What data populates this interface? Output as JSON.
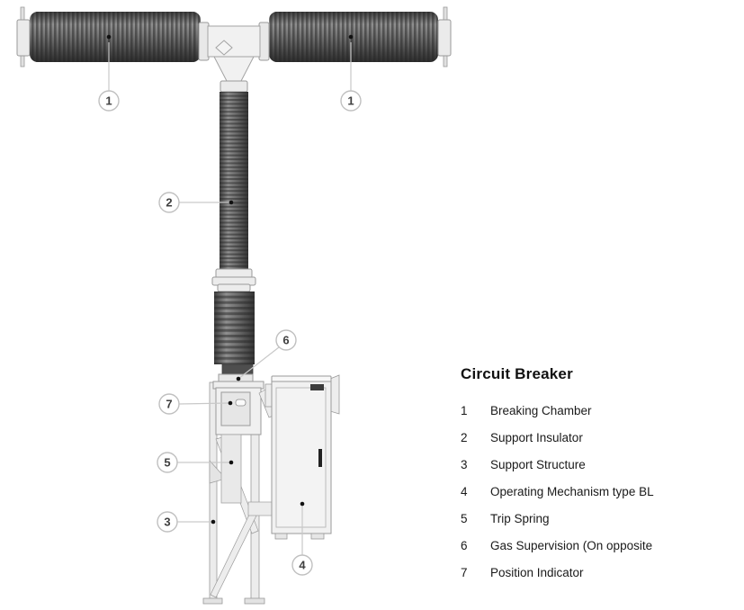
{
  "legend": {
    "title": "Circuit Breaker",
    "items": [
      {
        "num": "1",
        "label": "Breaking Chamber"
      },
      {
        "num": "2",
        "label": "Support Insulator"
      },
      {
        "num": "3",
        "label": "Support Structure"
      },
      {
        "num": "4",
        "label": "Operating Mechanism type BL"
      },
      {
        "num": "5",
        "label": "Trip Spring"
      },
      {
        "num": "6",
        "label": "Gas Supervision (On opposite"
      },
      {
        "num": "7",
        "label": "Position Indicator"
      }
    ]
  },
  "diagram": {
    "callouts": {
      "breaking_chamber_left": "1",
      "breaking_chamber_right": "1",
      "support_insulator": "2",
      "support_structure": "3",
      "operating_mechanism": "4",
      "trip_spring": "5",
      "gas_supervision": "6",
      "position_indicator": "7"
    },
    "colors": {
      "insulator_dark": "#4a4a4a",
      "hardware_light": "#f1f1f1",
      "outline": "#9a9a9a",
      "leader_line": "#c9c9c9",
      "callout_text": "#3f3f3f",
      "legend_text": "#1a1a1a"
    }
  }
}
